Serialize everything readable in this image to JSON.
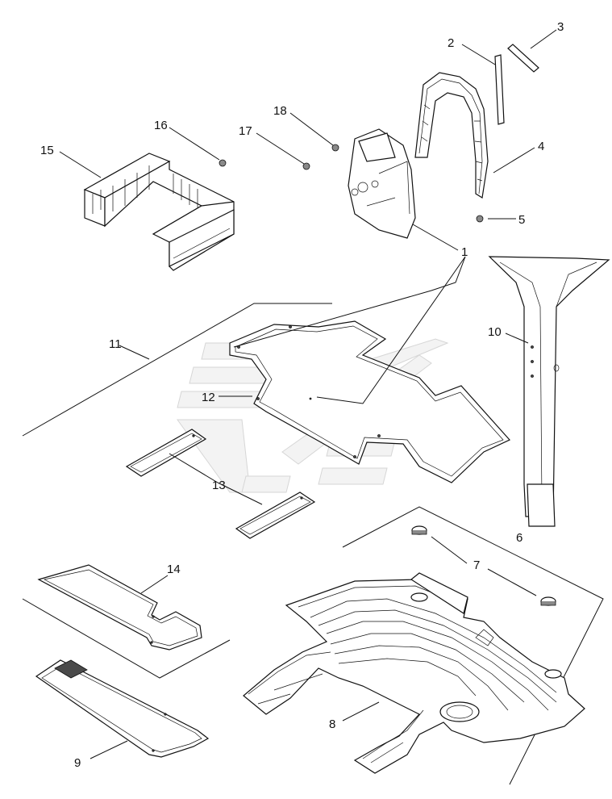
{
  "diagram": {
    "callouts": [
      {
        "id": "c1",
        "text": "1"
      },
      {
        "id": "c2",
        "text": "2"
      },
      {
        "id": "c3",
        "text": "3"
      },
      {
        "id": "c4",
        "text": "4"
      },
      {
        "id": "c5",
        "text": "5"
      },
      {
        "id": "c6",
        "text": "6"
      },
      {
        "id": "c7",
        "text": "7"
      },
      {
        "id": "c8",
        "text": "8"
      },
      {
        "id": "c9",
        "text": "9"
      },
      {
        "id": "c10",
        "text": "10"
      },
      {
        "id": "c11",
        "text": "11"
      },
      {
        "id": "c12",
        "text": "12"
      },
      {
        "id": "c13",
        "text": "13"
      },
      {
        "id": "c14",
        "text": "14"
      },
      {
        "id": "c15",
        "text": "15"
      },
      {
        "id": "c16",
        "text": "16"
      },
      {
        "id": "c17",
        "text": "17"
      },
      {
        "id": "c18",
        "text": "18"
      }
    ]
  }
}
